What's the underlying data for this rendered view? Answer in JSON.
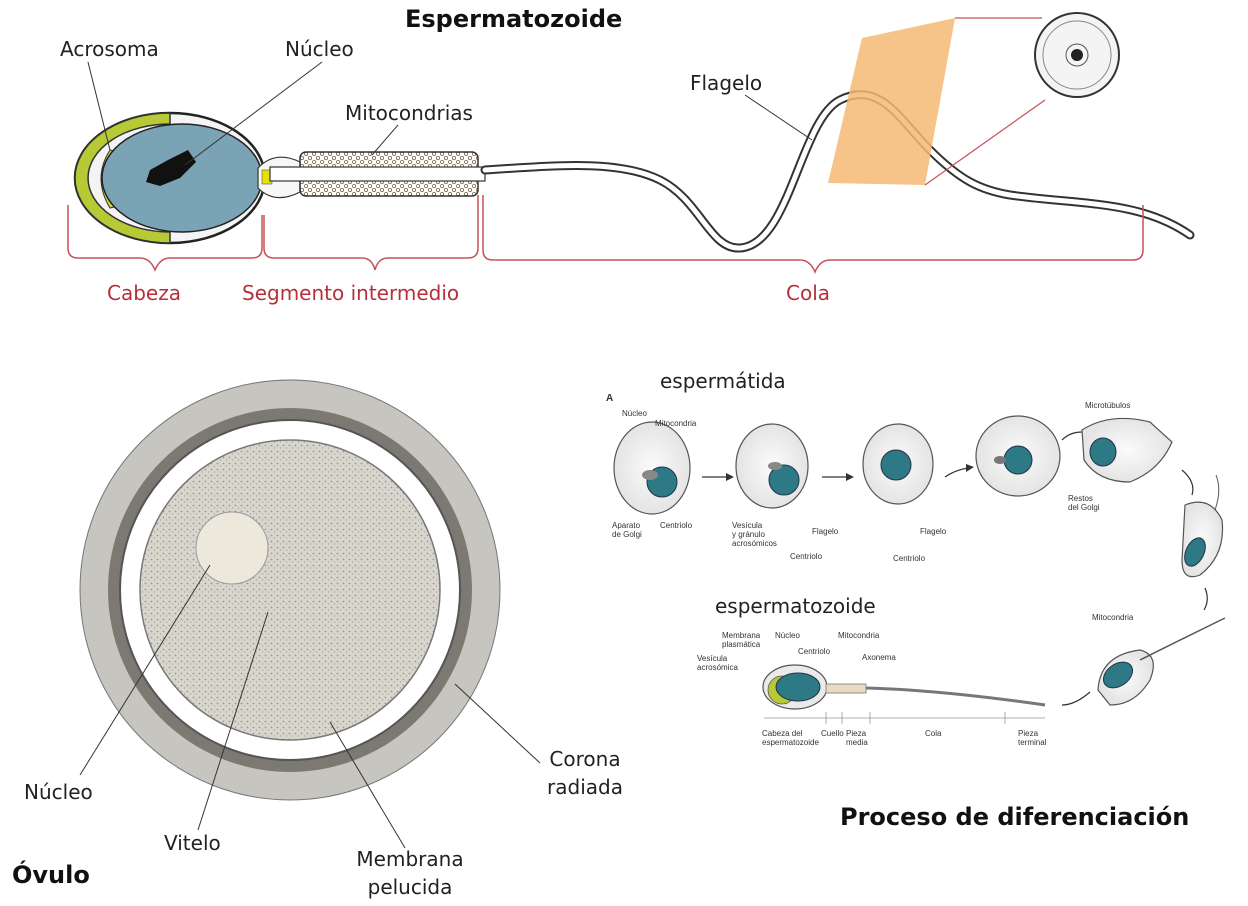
{
  "sperm": {
    "title": "Espermatozoide",
    "labels": {
      "acrosoma": "Acrosoma",
      "nucleo": "Núcleo",
      "mitocondrias": "Mitocondrias",
      "flagelo": "Flagelo"
    },
    "regions": {
      "cabeza": "Cabeza",
      "segmento": "Segmento intermedio",
      "cola": "Cola"
    }
  },
  "ovum": {
    "title": "Óvulo",
    "labels": {
      "nucleo": "Núcleo",
      "vitelo": "Vitelo",
      "membrana_1": "Membrana",
      "membrana_2": "pelucida",
      "corona_1": "Corona",
      "corona_2": "radiada"
    }
  },
  "process": {
    "title": "Proceso de diferenciación",
    "espermatida": "espermátida",
    "espermatozoide": "espermatozoide",
    "panel_letter": "A",
    "small_labels": {
      "nucleo": "Núcleo",
      "mitocondria": "Mitocondria",
      "aparato_1": "Aparato",
      "aparato_2": "de Golgi",
      "centriolo": "Centriolo",
      "vesicula_1": "Vesícula",
      "vesicula_2": "y gránulo",
      "vesicula_3": "acrosómicos",
      "flagelo": "Flagelo",
      "microtubulos": "Microtúbulos",
      "restos_1": "Restos",
      "restos_2": "del Golgi",
      "mitocondria_b": "Mitocondria",
      "membrana_1": "Membrana",
      "membrana_2": "plasmática",
      "vesicula_acr_1": "Vesícula",
      "vesicula_acr_2": "acrosómica",
      "nucleo_b": "Núcleo",
      "centriolo_b": "Centriolo",
      "mitocondria_c": "Mitocondria",
      "axonema": "Axonema",
      "cabeza_1": "Cabeza del",
      "cabeza_2": "espermatozoide",
      "cuello": "Cuello",
      "pieza_1": "Pieza",
      "pieza_2": "media",
      "cola": "Cola",
      "terminal_1": "Pieza",
      "terminal_2": "terminal"
    }
  },
  "colors": {
    "bracket": "#c8505a",
    "nucleus_fill": "#7aa3b5",
    "acrosome": "#c9d84a",
    "plane": "#f5b873",
    "cell_teal": "#2d7a86"
  }
}
